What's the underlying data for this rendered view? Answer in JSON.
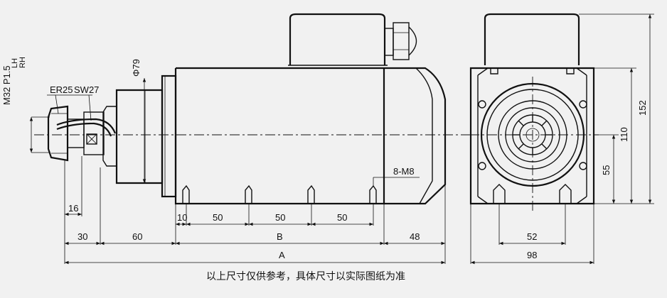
{
  "labels": {
    "m32": "M32 P1.5",
    "lh": "LH",
    "rh": "RH",
    "er25": "ER25",
    "sw27": "SW27",
    "phi79": "Φ79",
    "m8": "8-M8"
  },
  "dims": {
    "d16": "16",
    "d30": "30",
    "d60": "60",
    "d10": "10",
    "d50a": "50",
    "d50b": "50",
    "d50c": "50",
    "d48": "48",
    "B": "B",
    "A": "A",
    "d52": "52",
    "d98": "98",
    "d55": "55",
    "d110": "110",
    "d152": "152"
  },
  "caption": "以上尺寸仅供参考，具体尺寸以实际图纸为准"
}
